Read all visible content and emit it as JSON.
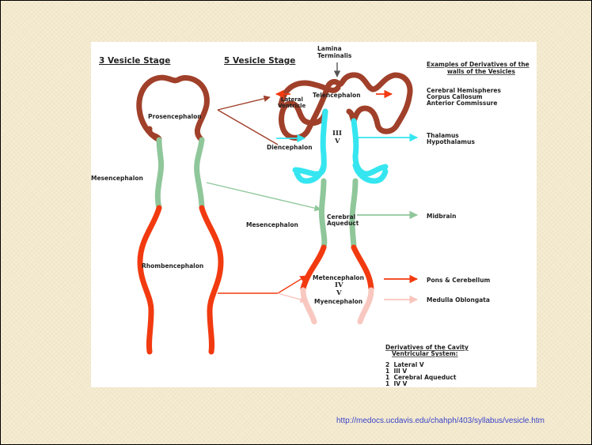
{
  "diagram": {
    "stage3_title": "3 Vesicle Stage",
    "stage5_title": "5 Vesicle Stage",
    "lamina_line1": "Lamina",
    "lamina_line2": "Terminalis",
    "examples_line1": "Examples of Derivatives of the",
    "examples_line2": "walls of the Vesicles",
    "tel_derivatives": [
      "Cerebral Hemispheres",
      "Corpus Callosum",
      "Anterior Commissure"
    ],
    "prosencephalon": "Prosencephalon",
    "mesencephalon_left": "Mesencephalon",
    "rhombencephalon": "Rhombencephalon",
    "telencephalon": "Telencephalon",
    "lateral_line1": "Lateral",
    "lateral_line2": "Ventricle",
    "diencephalon": "Diencephalon",
    "third_v_line1": "III",
    "third_v_line2": "V",
    "thal_line1": "Thalamus",
    "thal_line2": "Hypothalamus",
    "mesencephalon_mid": "Mesencephalon",
    "aqueduct_line1": "Cerebral",
    "aqueduct_line2": "Aqueduct",
    "midbrain": "Midbrain",
    "metencephalon": "Metencephalon",
    "fourth_v_line1": "IV",
    "fourth_v_line2": "V",
    "myencephalon": "Myencephalon",
    "pons": "Pons & Cerebellum",
    "medulla": "Medulla Oblongata",
    "cavity_line1": "Derivatives of the Cavity",
    "cavity_line2": "Ventricular System:",
    "cavity_items": [
      "2  Lateral V",
      "1  III V",
      "1  Cerebral Aqueduct",
      "1  IV V"
    ]
  },
  "colors": {
    "prosencephalon": "#a0402a",
    "mesencephalon": "#8fc79a",
    "rhombencephalon": "#f23a10",
    "diencephalon": "#35e6f0",
    "myencephalon_faded": "#f8c8c0",
    "medulla_arrow": "#f9c4bc"
  },
  "source_url": "http://medocs.ucdavis.edu/chahph/403/syllabus/vesicle.htm"
}
